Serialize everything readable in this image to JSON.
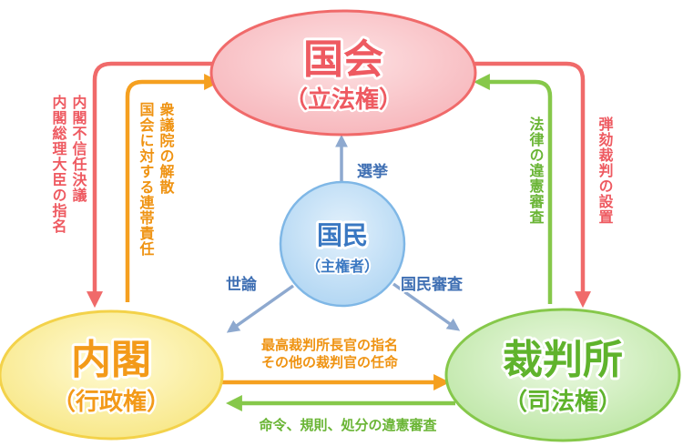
{
  "colors": {
    "red": "#f06a6a",
    "orange": "#f5a020",
    "green": "#86c84a",
    "blue": "#5b86c4",
    "gray_blue": "#8ea9cf",
    "kokkai_fill": "#f9c9cc",
    "naikaku_fill": "#fbf0a6",
    "saibansho_fill": "#cdeebf",
    "kokumin_fill": "#c9e3f7"
  },
  "nodes": {
    "kokkai": {
      "title": "国会",
      "sub": "（立法権）"
    },
    "naikaku": {
      "title": "内閣",
      "sub": "（行政権）"
    },
    "saibansho": {
      "title": "裁判所",
      "sub": "（司法権）"
    },
    "kokumin": {
      "title": "国民",
      "sub": "（主権者）"
    }
  },
  "edges": {
    "senkyo": "選挙",
    "seron": "世論",
    "kokumin_shinsa": "国民審査",
    "kokkai_to_naikaku": [
      "内閣不信任決議",
      "内閣総理大臣の指名"
    ],
    "naikaku_to_kokkai": [
      "衆議院の解散",
      "国会に対する連帯責任"
    ],
    "saibansho_to_kokkai": "法律の違憲審査",
    "kokkai_to_saibansho": "弾劾裁判の設置",
    "naikaku_to_saibansho": [
      "最高裁判所長官の指名",
      "その他の裁判官の任命"
    ],
    "saibansho_to_naikaku": "命令、規則、処分の違憲審査"
  }
}
